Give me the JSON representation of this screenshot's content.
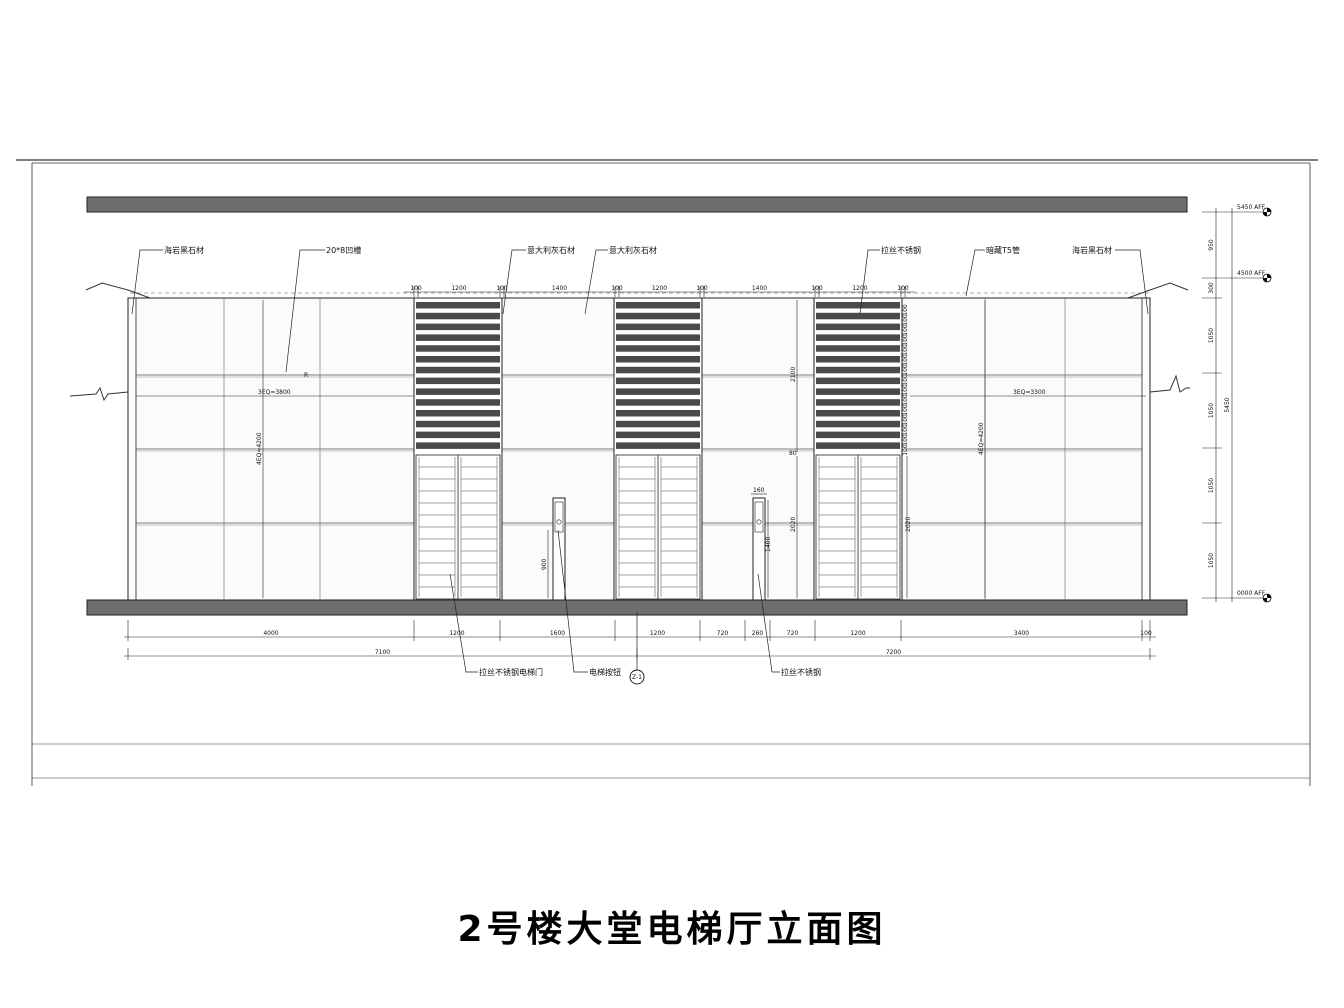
{
  "title": "2号楼大堂电梯厅立面图",
  "callouts": {
    "haiyan_left": "海岩黑石材",
    "groove": "20*8凹槽",
    "italian_grey_1": "意大利灰石材",
    "italian_grey_2": "意大利灰石材",
    "brushed_steel_top": "拉丝不锈钢",
    "t5_tube": "暗藏T5管",
    "haiyan_right": "海岩黑石材",
    "elevator_door": "拉丝不锈钢电梯门",
    "elevator_button": "电梯按钮",
    "brushed_steel_bottom": "拉丝不锈钢"
  },
  "section_marker": "Z-1",
  "top_dims": [
    "100",
    "1200",
    "100",
    "1400",
    "100",
    "1200",
    "100",
    "1400",
    "100",
    "1200",
    "100"
  ],
  "bottom_dims": [
    "4000",
    "1200",
    "1600",
    "1200",
    "720",
    "260",
    "720",
    "1200",
    "3400",
    "100"
  ],
  "total_dims": [
    "7100",
    "7200"
  ],
  "right_dims": [
    "950",
    "300",
    "1050",
    "1050",
    "1050",
    "1050"
  ],
  "right_total": "5450",
  "levels": [
    "5450 AFF",
    "4500 AFF",
    "0000 AFF"
  ],
  "inner_dims": {
    "eq_left": "3EQ=3800",
    "eq_right": "3EQ=3300",
    "eq_v_left": "4EQ=4200",
    "eq_v_right": "4EQ=4200",
    "h_2100": "2100",
    "h_2020_a": "2020",
    "h_2020_b": "2020",
    "h_900": "900",
    "h_1400": "1400",
    "w_160": "160",
    "w_80": "80",
    "marker_r": "R",
    "stack_100": "100"
  }
}
